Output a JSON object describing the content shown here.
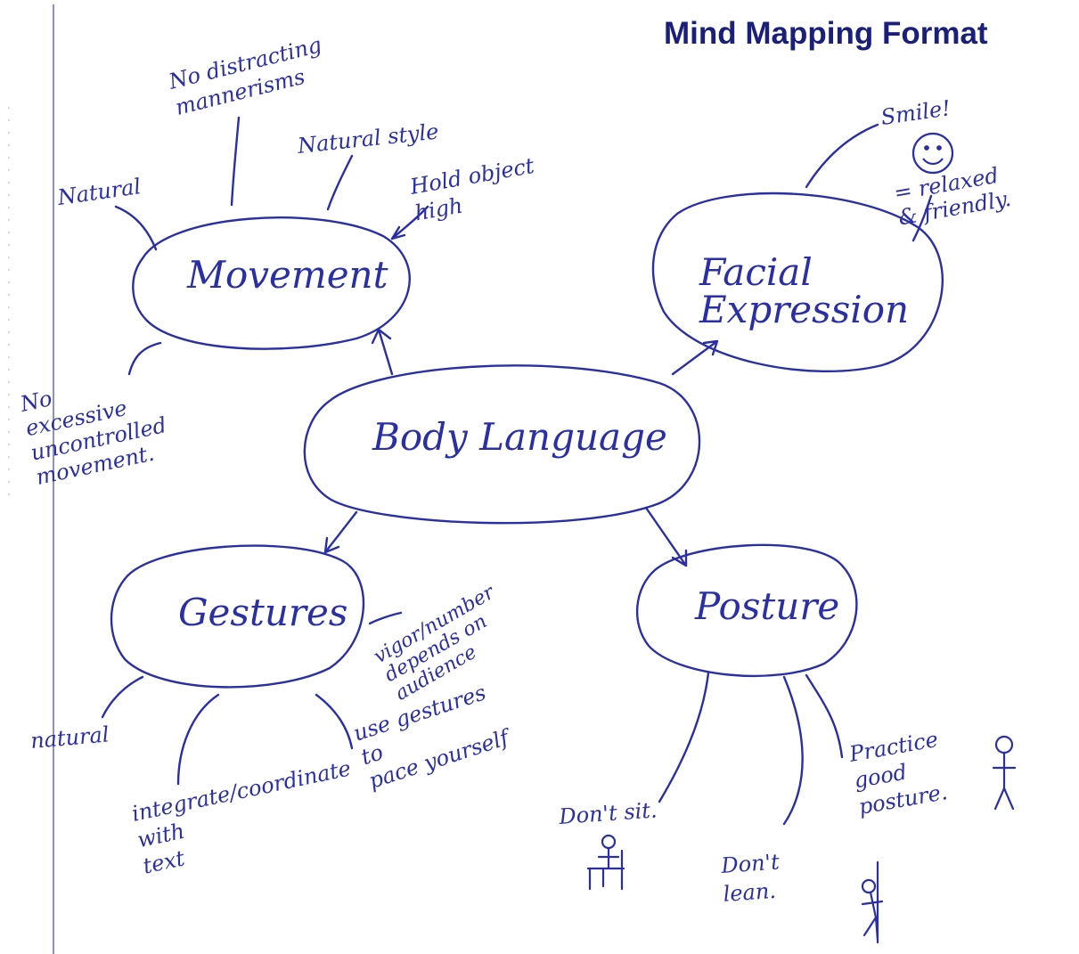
{
  "title": "Mind Mapping Format",
  "colors": {
    "ink": "#2a2fa3",
    "title": "#1a1f7a",
    "margin_line": "#8c8fd0"
  },
  "center": {
    "label": "Body Language"
  },
  "branches": [
    {
      "id": "movement",
      "label": "Movement",
      "notes": [
        "Natural",
        "No distracting mannerisms",
        "Natural style",
        "Hold object high",
        "No excessive uncontrolled movement."
      ]
    },
    {
      "id": "facial-expression",
      "label": "Facial Expression",
      "notes": [
        "Smile!",
        "= relaxed & friendly."
      ],
      "icon": "smiley-face-icon"
    },
    {
      "id": "gestures",
      "label": "Gestures",
      "notes": [
        "vigor/number depends on audience",
        "natural",
        "integrate/coordinate with text",
        "use gestures to pace yourself"
      ]
    },
    {
      "id": "posture",
      "label": "Posture",
      "notes": [
        "Don't sit.",
        "Don't lean.",
        "Practice good posture."
      ],
      "icons": [
        "sitting-figure-icon",
        "leaning-figure-icon",
        "standing-figure-icon"
      ]
    }
  ]
}
